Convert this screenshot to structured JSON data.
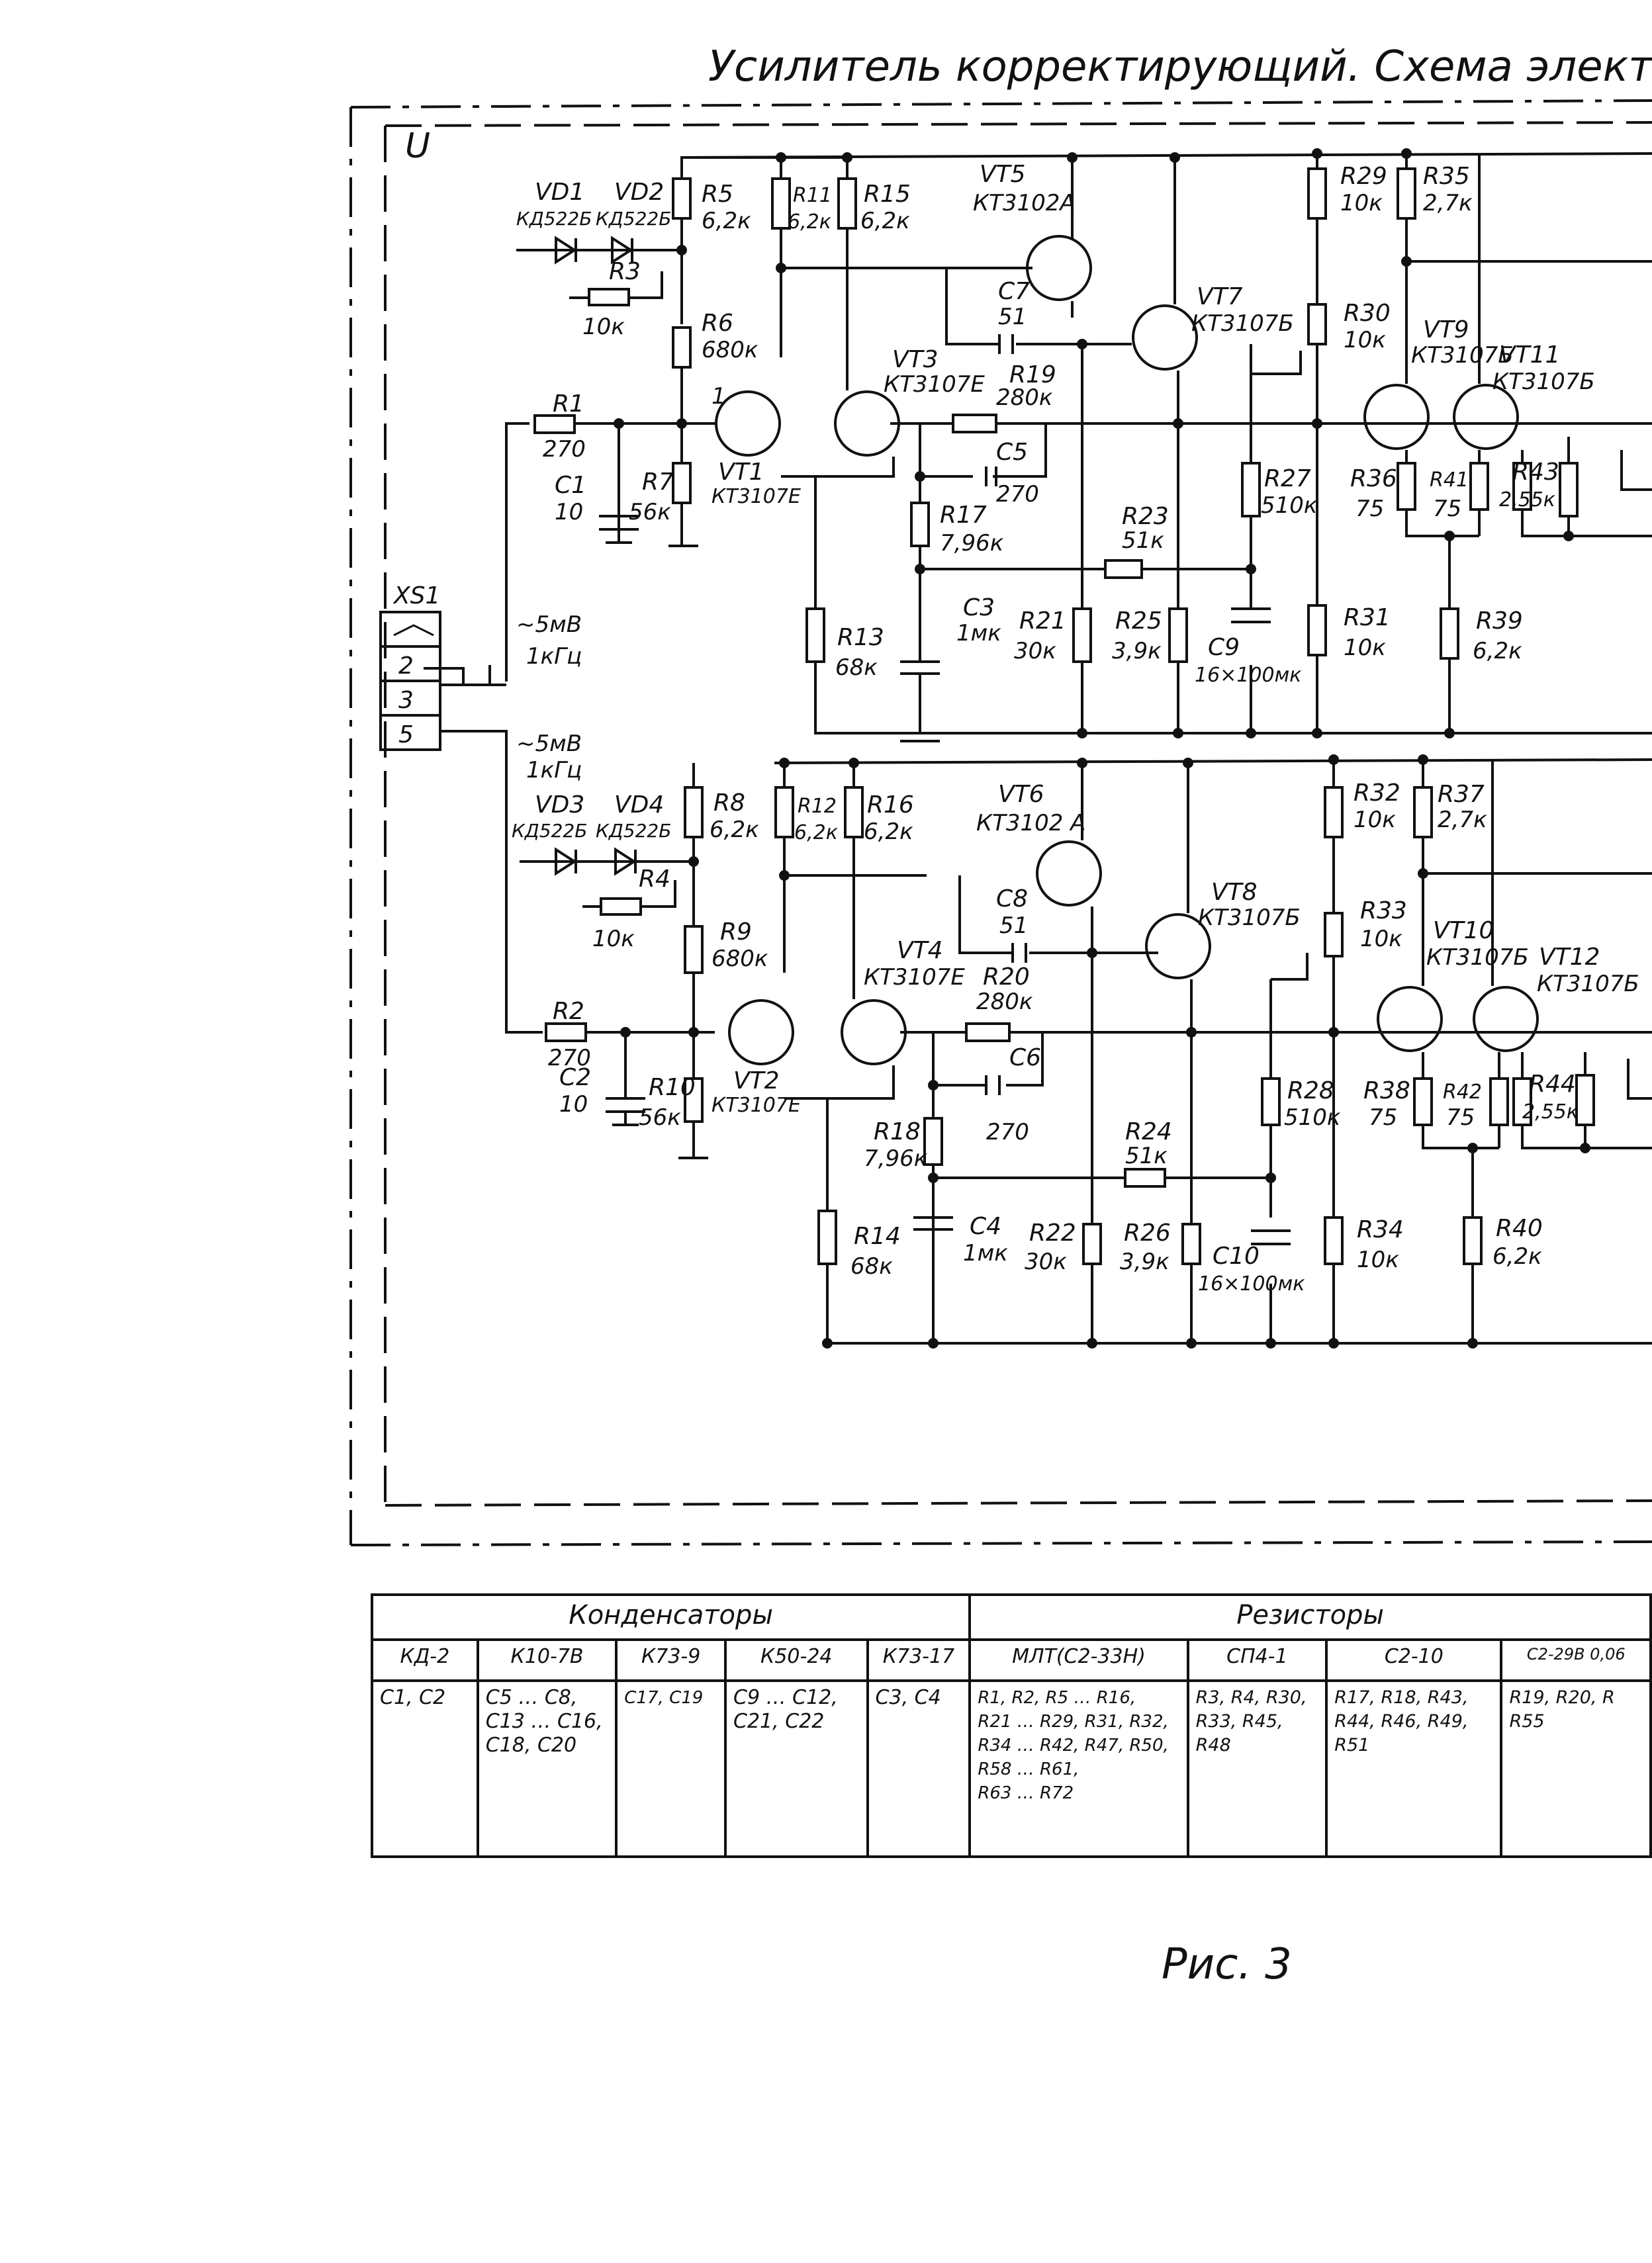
{
  "title": "Усилитель корректирующий. Схема электричес",
  "figure_caption": "Рис. 3",
  "frame_label": "U",
  "connector": {
    "name": "XS1",
    "pins": [
      "",
      "2",
      "3",
      "5"
    ],
    "signal_top": "~5мВ",
    "freq_top": "1кГц",
    "signal_bottom": "~5мВ",
    "freq_bottom": "1кГц"
  },
  "components": {
    "VD1": {
      "ref": "VD1",
      "type": "КД522Б"
    },
    "VD2": {
      "ref": "VD2",
      "type": "КД522Б"
    },
    "VD3": {
      "ref": "VD3",
      "type": "КД522Б"
    },
    "VD4": {
      "ref": "VD4",
      "type": "КД522Б"
    },
    "R1": {
      "ref": "R1",
      "value": "270"
    },
    "R2": {
      "ref": "R2",
      "value": "270"
    },
    "R3": {
      "ref": "R3",
      "value": "10к"
    },
    "R4": {
      "ref": "R4",
      "value": "10к"
    },
    "R5": {
      "ref": "R5",
      "value": "6,2к"
    },
    "R6": {
      "ref": "R6",
      "value": "680к"
    },
    "R7": {
      "ref": "R7",
      "value": "56к"
    },
    "R8": {
      "ref": "R8",
      "value": "6,2к"
    },
    "R9": {
      "ref": "R9",
      "value": "680к"
    },
    "R10": {
      "ref": "R10",
      "value": "56к"
    },
    "R11": {
      "ref": "R11",
      "value": "6,2к"
    },
    "R12": {
      "ref": "R12",
      "value": "6,2к"
    },
    "R13": {
      "ref": "R13",
      "value": "68к"
    },
    "R14": {
      "ref": "R14",
      "value": "68к"
    },
    "R15": {
      "ref": "R15",
      "value": "6,2к"
    },
    "R16": {
      "ref": "R16",
      "value": "6,2к"
    },
    "R17": {
      "ref": "R17",
      "value": "7,96к"
    },
    "R18": {
      "ref": "R18",
      "value": "7,96к"
    },
    "R19": {
      "ref": "R19",
      "value": "280к"
    },
    "R20": {
      "ref": "R20",
      "value": "280к"
    },
    "R21": {
      "ref": "R21",
      "value": "30к"
    },
    "R22": {
      "ref": "R22",
      "value": "30к"
    },
    "R23": {
      "ref": "R23",
      "value": "51к"
    },
    "R24": {
      "ref": "R24",
      "value": "51к"
    },
    "R25": {
      "ref": "R25",
      "value": "3,9к"
    },
    "R26": {
      "ref": "R26",
      "value": "3,9к"
    },
    "R27": {
      "ref": "R27",
      "value": "510к"
    },
    "R28": {
      "ref": "R28",
      "value": "510к"
    },
    "R29": {
      "ref": "R29",
      "value": "10к"
    },
    "R30": {
      "ref": "R30",
      "value": "10к"
    },
    "R31": {
      "ref": "R31",
      "value": "10к"
    },
    "R32": {
      "ref": "R32",
      "value": "10к"
    },
    "R33": {
      "ref": "R33",
      "value": "10к"
    },
    "R34": {
      "ref": "R34",
      "value": "10к"
    },
    "R35": {
      "ref": "R35",
      "value": "2,7к"
    },
    "R36": {
      "ref": "R36",
      "value": "75"
    },
    "R37": {
      "ref": "R37",
      "value": "2,7к"
    },
    "R38": {
      "ref": "R38",
      "value": "75"
    },
    "R39": {
      "ref": "R39",
      "value": "6,2к"
    },
    "R40": {
      "ref": "R40",
      "value": "6,2к"
    },
    "R41": {
      "ref": "R41",
      "value": "75"
    },
    "R42": {
      "ref": "R42",
      "value": "75"
    },
    "R43": {
      "ref": "R43",
      "value": "2,55к"
    },
    "R44": {
      "ref": "R44",
      "value": "2,55к"
    },
    "C1": {
      "ref": "C1",
      "value": "10"
    },
    "C2": {
      "ref": "C2",
      "value": "10"
    },
    "C3": {
      "ref": "C3",
      "value": "1мк"
    },
    "C4": {
      "ref": "C4",
      "value": "1мк"
    },
    "C5": {
      "ref": "C5",
      "value": "270"
    },
    "C6": {
      "ref": "C6",
      "value": "270"
    },
    "C7": {
      "ref": "C7",
      "value": "51"
    },
    "C8": {
      "ref": "C8",
      "value": "51"
    },
    "C9": {
      "ref": "C9",
      "value": "16×100мк"
    },
    "C10": {
      "ref": "C10",
      "value": "16×100мк"
    },
    "VT1": {
      "ref": "VT1",
      "type": "КТ3107Е"
    },
    "VT2": {
      "ref": "VT2",
      "type": "КТ3107Е"
    },
    "VT3": {
      "ref": "VT3",
      "type": "КТ3107Е"
    },
    "VT4": {
      "ref": "VT4",
      "type": "КТ3107Е"
    },
    "VT5": {
      "ref": "VT5",
      "type": "КТ3102А"
    },
    "VT6": {
      "ref": "VT6",
      "type": "КТ3102 А"
    },
    "VT7": {
      "ref": "VT7",
      "type": "КТ3107Б"
    },
    "VT8": {
      "ref": "VT8",
      "type": "КТ3107Б"
    },
    "VT9": {
      "ref": "VT9",
      "type": "КТ3107Б"
    },
    "VT10": {
      "ref": "VT10",
      "type": "КТ3107Б"
    },
    "VT11": {
      "ref": "VT11",
      "type": "КТ3107Б"
    },
    "VT12": {
      "ref": "VT12",
      "type": "КТ3107Б"
    }
  },
  "node_label": "1",
  "table": {
    "groups": [
      {
        "label": "Конденсаторы"
      },
      {
        "label": "Резисторы"
      }
    ],
    "columns": [
      "КД-2",
      "К10-7В",
      "К73-9",
      "К50-24",
      "К73-17",
      "МЛТ(С2-33Н)",
      "СП4-1",
      "С2-10",
      "С2-29В 0,06"
    ],
    "cells": [
      "С1, С2",
      "С5 … С8,\nС13 … С16,\nС18, С20",
      "С17, С19",
      "С9 … С12,\nС21, С22",
      "С3, С4",
      "R1, R2, R5 … R16,\nR21 … R29, R31, R32,\nR34 … R42, R47, R50,\nR58 … R61,\nR63 … R72",
      "R3, R4, R30,\nR33, R45,\nR48",
      "R17, R18, R43,\nR44, R46, R49,\nR51",
      "R19, R20, R\nR55"
    ]
  }
}
